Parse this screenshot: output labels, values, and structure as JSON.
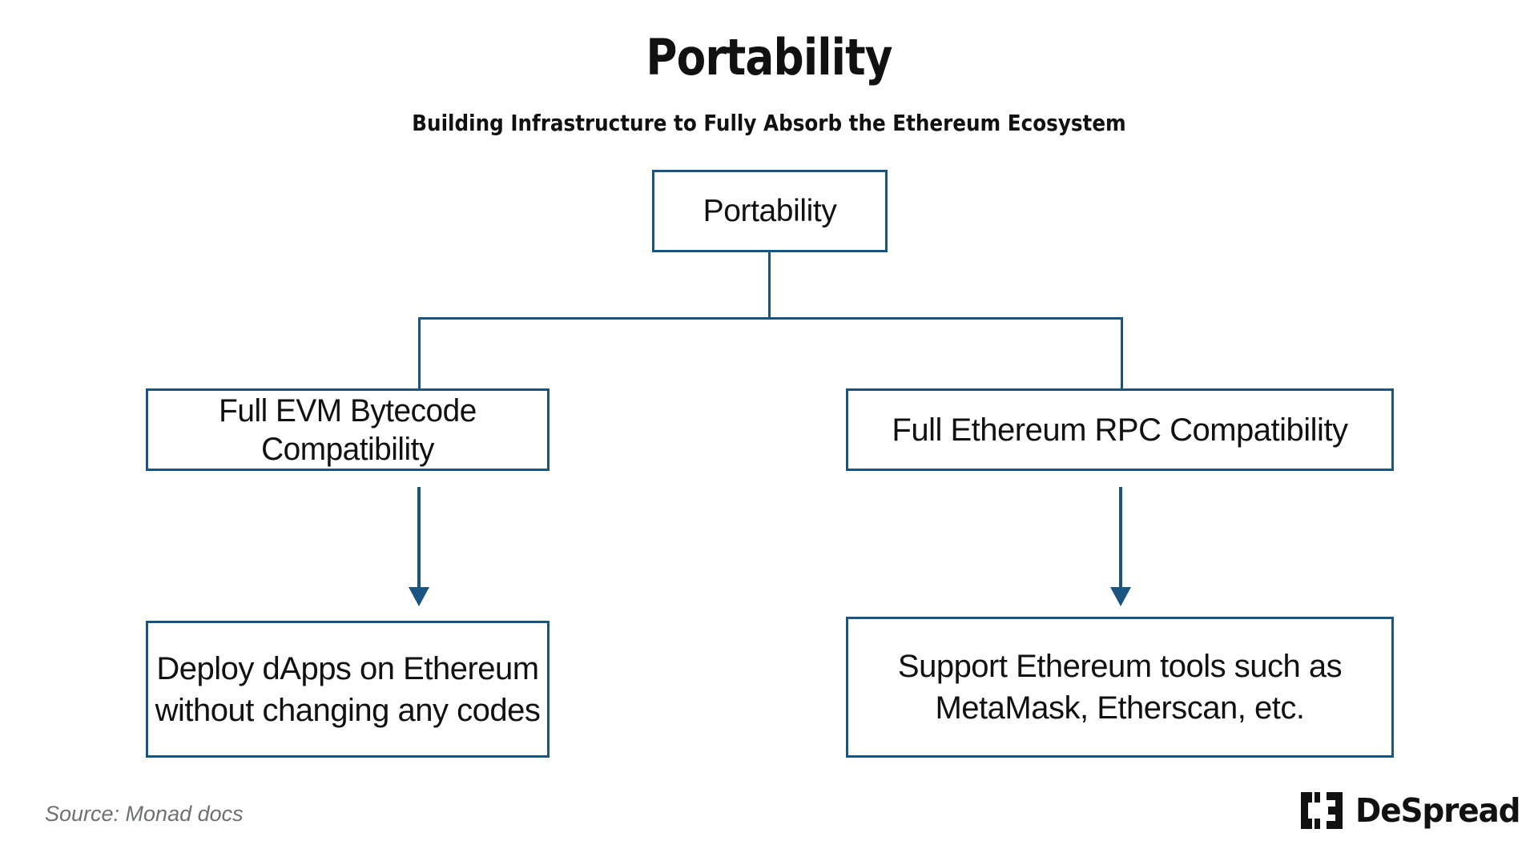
{
  "header": {
    "title": "Portability",
    "subtitle": "Building Infrastructure to Fully Absorb the Ethereum Ecosystem"
  },
  "diagram": {
    "type": "flowchart",
    "accent_color": "#1a5480",
    "background_color": "#ffffff",
    "text_color": "#111111",
    "nodes": [
      {
        "id": "root",
        "label": "Portability",
        "level": 0
      },
      {
        "id": "evm",
        "label": "Full EVM Bytecode Compatibility",
        "level": 1
      },
      {
        "id": "rpc",
        "label": "Full Ethereum RPC Compatibility",
        "level": 1
      },
      {
        "id": "deploy",
        "label": "Deploy dApps on Ethereum\nwithout changing any codes",
        "level": 2
      },
      {
        "id": "support",
        "label": "Support Ethereum tools such as\nMetaMask, Etherscan, etc.",
        "level": 2
      }
    ],
    "edges": [
      {
        "from": "root",
        "to": "evm",
        "style": "elbow"
      },
      {
        "from": "root",
        "to": "rpc",
        "style": "elbow"
      },
      {
        "from": "evm",
        "to": "deploy",
        "style": "arrow"
      },
      {
        "from": "rpc",
        "to": "support",
        "style": "arrow"
      }
    ]
  },
  "footer": {
    "source": "Source: Monad docs",
    "brand": "DeSpread",
    "brand_mark": "despread-logo-mark"
  }
}
